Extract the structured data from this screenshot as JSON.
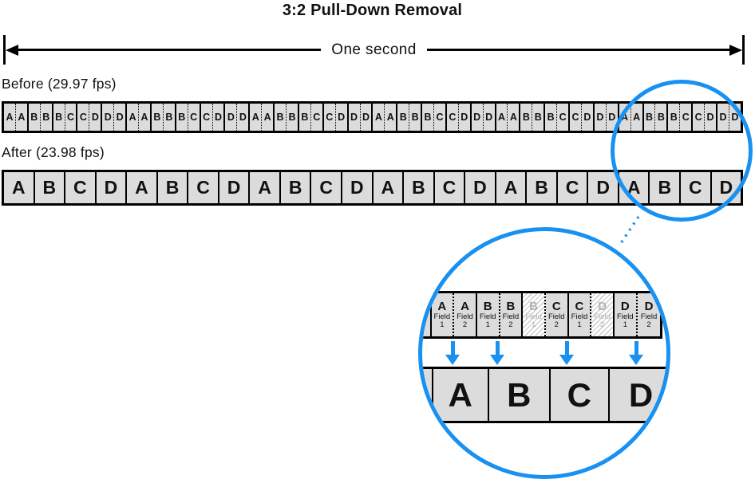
{
  "title": "3:2 Pull-Down Removal",
  "timeline": {
    "label": "One second"
  },
  "before": {
    "label": "Before (29.97 fps)",
    "frames": [
      [
        "A",
        "A"
      ],
      [
        "B",
        "B"
      ],
      [
        "B",
        "C"
      ],
      [
        "C",
        "D"
      ],
      [
        "D",
        "D"
      ],
      [
        "A",
        "A"
      ],
      [
        "B",
        "B"
      ],
      [
        "B",
        "C"
      ],
      [
        "C",
        "D"
      ],
      [
        "D",
        "D"
      ],
      [
        "A",
        "A"
      ],
      [
        "B",
        "B"
      ],
      [
        "B",
        "C"
      ],
      [
        "C",
        "D"
      ],
      [
        "D",
        "D"
      ],
      [
        "A",
        "A"
      ],
      [
        "B",
        "B"
      ],
      [
        "B",
        "C"
      ],
      [
        "C",
        "D"
      ],
      [
        "D",
        "D"
      ],
      [
        "A",
        "A"
      ],
      [
        "B",
        "B"
      ],
      [
        "B",
        "C"
      ],
      [
        "C",
        "D"
      ],
      [
        "D",
        "D"
      ],
      [
        "A",
        "A"
      ],
      [
        "B",
        "B"
      ],
      [
        "B",
        "C"
      ],
      [
        "C",
        "D"
      ],
      [
        "D",
        "D"
      ]
    ]
  },
  "after": {
    "label": "After (23.98 fps)",
    "frames": [
      "A",
      "B",
      "C",
      "D",
      "A",
      "B",
      "C",
      "D",
      "A",
      "B",
      "C",
      "D",
      "A",
      "B",
      "C",
      "D",
      "A",
      "B",
      "C",
      "D",
      "A",
      "B",
      "C",
      "D"
    ]
  },
  "detail": {
    "fields": [
      {
        "letter": "A",
        "label": "Field",
        "num": "1",
        "discarded": false
      },
      {
        "letter": "A",
        "label": "Field",
        "num": "2",
        "discarded": false
      },
      {
        "letter": "B",
        "label": "Field",
        "num": "1",
        "discarded": false
      },
      {
        "letter": "B",
        "label": "Field",
        "num": "2",
        "discarded": false
      },
      {
        "letter": "B",
        "label": "Field",
        "num": "1",
        "discarded": true
      },
      {
        "letter": "C",
        "label": "Field",
        "num": "2",
        "discarded": false
      },
      {
        "letter": "C",
        "label": "Field",
        "num": "1",
        "discarded": false
      },
      {
        "letter": "D",
        "label": "Field",
        "num": "2",
        "discarded": true
      },
      {
        "letter": "D",
        "label": "Field",
        "num": "1",
        "discarded": false
      },
      {
        "letter": "D",
        "label": "Field",
        "num": "2",
        "discarded": false
      }
    ],
    "frames": [
      "A",
      "B",
      "C",
      "D"
    ]
  },
  "colors": {
    "accent": "#1991F0",
    "cell_fill": "#DCDCDC",
    "border": "#000000",
    "discarded_text": "#B3B3B3",
    "hatch_line": "#CCCCCC"
  }
}
